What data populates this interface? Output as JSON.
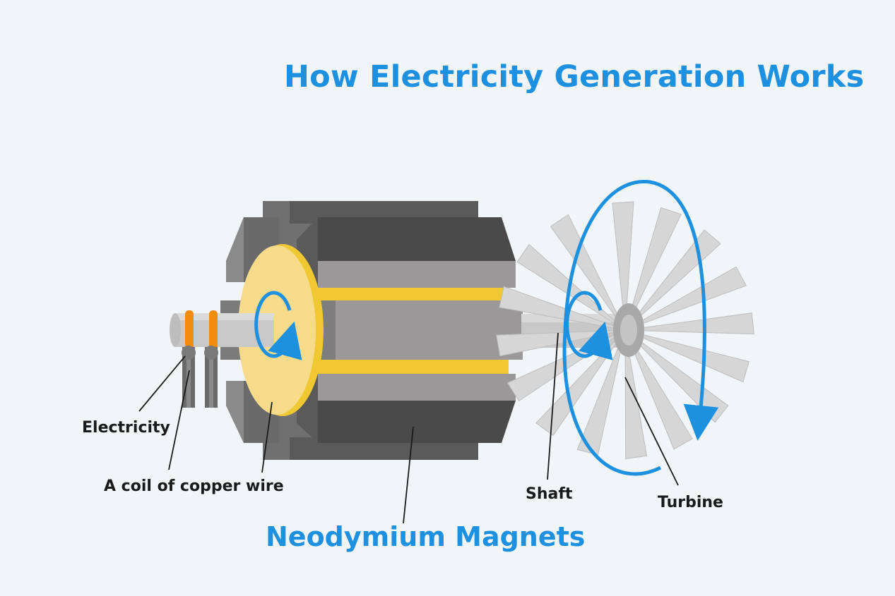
{
  "title": "How Electricity Generation Works",
  "labels": {
    "electricity": "Electricity",
    "coil": "A coil of copper wire",
    "magnets": "Neodymium Magnets",
    "shaft": "Shaft",
    "turbine": "Turbine"
  },
  "colors": {
    "accent": "#1e90e0",
    "coil_yellow": "#f0c832",
    "coil_face": "#f6dc8a",
    "copper_ring": "#f28c0f",
    "magnet_dark": "#4a4a4a",
    "magnet_light": "#9a9898",
    "shaft": "#c8c8c8",
    "blade": "#d8d8d8"
  },
  "icons": [
    "rotation-arrow-icon",
    "rotation-arrow-icon",
    "turbine-rotation-arrow-icon"
  ]
}
